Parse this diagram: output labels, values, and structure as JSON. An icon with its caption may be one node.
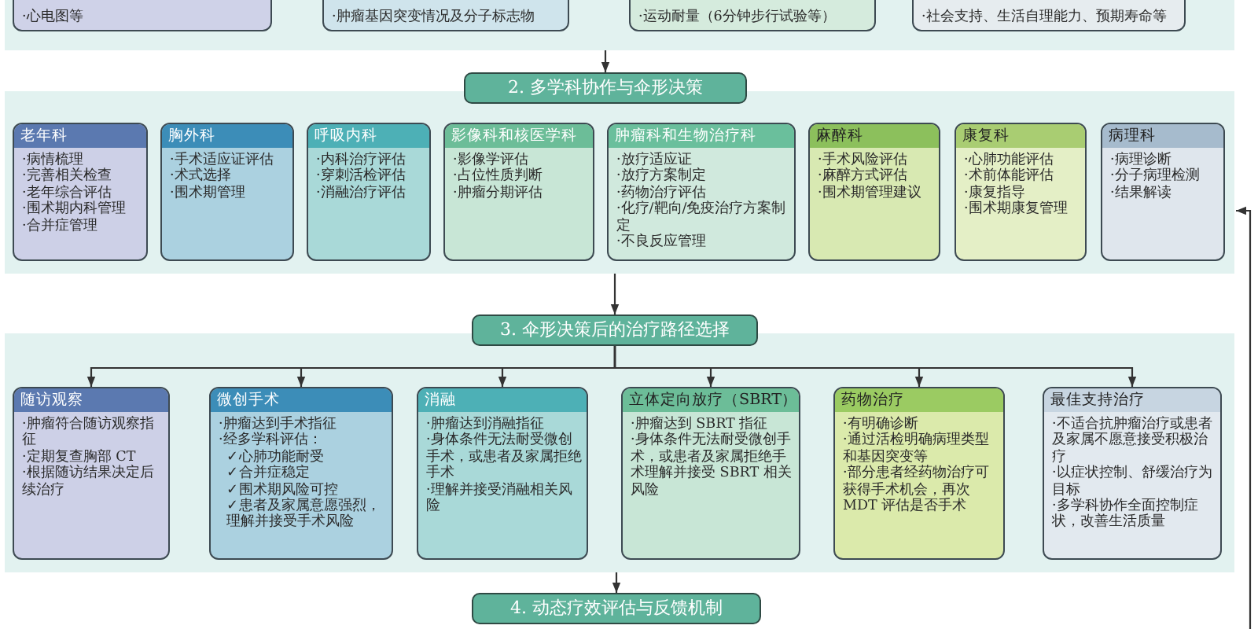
{
  "diagram": {
    "nodes": [
      {
        "text": [],
        "shape": "box"
      },
      {
        "text": [
          "·心电图等"
        ],
        "in": 0
      },
      {
        "text": [
          "·肿瘤基因突变情况及分子标志物"
        ],
        "in": 0
      },
      {
        "text": [
          "·运动耐量（6分钟步行试验等）"
        ],
        "in": 0
      },
      {
        "text": [
          "·社会支持、生活自理能力、预期寿命等"
        ],
        "in": 0
      },
      {
        "text": [
          "2. 多学科协作与伞形决策"
        ]
      },
      {
        "text": [],
        "shape": "box"
      },
      {
        "text": [
          "老年科",
          "·病情梳理",
          "·完善相关检查",
          "·老年综合评估",
          "·围术期内科管理",
          "·合并症管理"
        ],
        "in": 6
      },
      {
        "text": [
          "胸外科",
          "·手术适应证评估",
          "·术式选择",
          "·围术期管理"
        ],
        "in": 6
      },
      {
        "text": [
          "呼吸内科",
          "·内科治疗评估",
          "·穿刺活检评估",
          "·消融治疗评估"
        ],
        "in": 6
      },
      {
        "text": [
          "影像科和核医学科",
          "·影像学评估",
          "·占位性质判断",
          "·肿瘤分期评估"
        ],
        "in": 6
      },
      {
        "text": [
          "肿瘤科和生物治疗科",
          "·放疗适应证",
          "·放疗方案制定",
          "·药物治疗评估",
          "·化疗/靶向/免疫治疗方案制定",
          "·不良反应管理"
        ],
        "in": 6
      },
      {
        "text": [
          "麻醉科",
          "·手术风险评估",
          "·麻醉方式评估",
          "·围术期管理建议"
        ],
        "in": 6
      },
      {
        "text": [
          "康复科",
          "·心肺功能评估",
          "·术前体能评估",
          "·康复指导",
          "·围术期康复管理"
        ],
        "in": 6
      },
      {
        "text": [
          "病理科",
          "·病理诊断",
          "·分子病理检测",
          "·结果解读"
        ],
        "in": 6
      },
      {
        "text": [
          "3. 伞形决策后的治疗路径选择"
        ]
      },
      {
        "text": [],
        "shape": "box"
      },
      {
        "text": [
          "随访观察",
          "·肿瘤符合随访观察指征",
          "·定期复查胸部 CT",
          "·根据随访结果决定后续治疗"
        ],
        "in": 16
      },
      {
        "text": [
          "微创手术",
          "·肿瘤达到手术指征",
          "·经多学科评估：",
          "✓心肺功能耐受",
          "✓合并症稳定",
          "✓围术期风险可控",
          "✓患者及家属意愿强烈，理解并接受手术风险"
        ],
        "in": 16
      },
      {
        "text": [
          "消融",
          "·肿瘤达到消融指征",
          "·身体条件无法耐受微创手术，或患者及家属拒绝手术",
          "·理解并接受消融相关风险"
        ],
        "in": 16
      },
      {
        "text": [
          "立体定向放疗（SBRT）",
          "·肿瘤达到 SBRT 指征",
          "·身体条件无法耐受微创手术，或患者及家属拒绝手术理解并接受 SBRT 相关风险"
        ],
        "in": 16
      },
      {
        "text": [
          "药物治疗",
          "·有明确诊断",
          "·通过活检明确病理类型和基因突变等",
          "·部分患者经药物治疗可获得手术机会，再次 MDT 评估是否手术"
        ],
        "in": 16
      },
      {
        "text": [
          "最佳支持治疗",
          "·不适合抗肿瘤治疗或患者及家属不愿意接受积极治疗",
          "·以症状控制、舒缓治疗为目标",
          "·多学科协作全面控制症状，改善生活质量"
        ],
        "in": 16
      },
      {
        "text": [
          "4. 动态疗效评估与反馈机制"
        ]
      }
    ],
    "edges": [
      {
        "from": 0,
        "to": 5,
        "arrow": "to"
      },
      {
        "from": 6,
        "to": 15,
        "arrow": "to"
      },
      {
        "from": 15,
        "to": 17,
        "arrow": "to"
      },
      {
        "from": 15,
        "to": 18,
        "arrow": "to"
      },
      {
        "from": 15,
        "to": 19,
        "arrow": "to"
      },
      {
        "from": 15,
        "to": 20,
        "arrow": "to"
      },
      {
        "from": 15,
        "to": 21,
        "arrow": "to"
      },
      {
        "from": 15,
        "to": 22,
        "arrow": "to"
      },
      {
        "from": 16,
        "to": 23,
        "arrow": "to"
      },
      {
        "from": null,
        "to": 6,
        "arrow": "to"
      }
    ]
  }
}
